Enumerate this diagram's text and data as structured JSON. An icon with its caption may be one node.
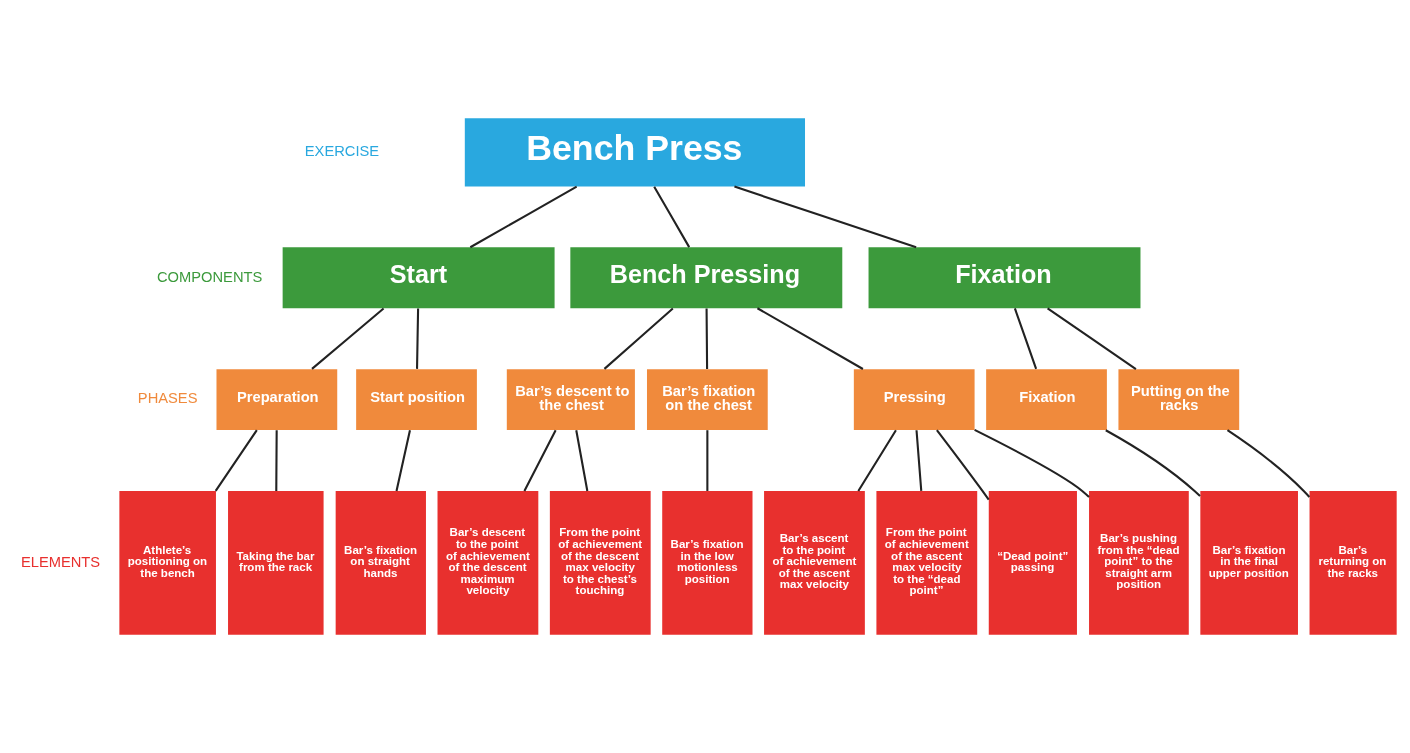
{
  "diagram": {
    "nodes": [
      {
        "text": [
          "Bench Press"
        ]
      },
      {
        "text": [
          "Start"
        ]
      },
      {
        "text": [
          "Bench Pressing"
        ]
      },
      {
        "text": [
          "Fixation"
        ]
      },
      {
        "text": [
          "Preparation"
        ]
      },
      {
        "text": [
          "Start position"
        ]
      },
      {
        "text": [
          "Bar’s descent to the chest"
        ]
      },
      {
        "text": [
          "Bar’s fixation on the chest"
        ]
      },
      {
        "text": [
          "Pressing"
        ]
      },
      {
        "text": [
          "Fixation"
        ]
      },
      {
        "text": [
          "Putting on the racks"
        ]
      },
      {
        "text": [
          "Athlete’s positioning on the bench"
        ]
      },
      {
        "text": [
          "Taking the bar from the rack"
        ]
      },
      {
        "text": [
          "Bar’s fixation on straight hands"
        ]
      },
      {
        "text": [
          "Bar’s descent to the point of achievement of the descent maximum velocity"
        ]
      },
      {
        "text": [
          "From the point of achievement of the descent max velocity to the chest’s touching"
        ]
      },
      {
        "text": [
          "Bar’s fixation in the low motionless position"
        ]
      },
      {
        "text": [
          "Bar’s ascent to the point of achievement of the ascent max velocity"
        ]
      },
      {
        "text": [
          "From the point of achievement of the ascent max velocity to the “dead point”"
        ]
      },
      {
        "text": [
          "“Dead point” passing"
        ]
      },
      {
        "text": [
          "Bar’s pushing from the “dead point” to the straight arm position"
        ]
      },
      {
        "text": [
          "Bar’s fixation in the final upper position"
        ]
      },
      {
        "text": [
          "Bar’s returning on the racks"
        ]
      }
    ],
    "edges": [
      {
        "from": 0,
        "to": 1,
        "arrow": "none"
      },
      {
        "from": 0,
        "to": 2,
        "arrow": "none"
      },
      {
        "from": 0,
        "to": 3,
        "arrow": "none"
      },
      {
        "from": 1,
        "to": 4,
        "arrow": "none"
      },
      {
        "from": 1,
        "to": 5,
        "arrow": "none"
      },
      {
        "from": 2,
        "to": 6,
        "arrow": "none"
      },
      {
        "from": 2,
        "to": 7,
        "arrow": "none"
      },
      {
        "from": 2,
        "to": 8,
        "arrow": "none"
      },
      {
        "from": 3,
        "to": 9,
        "arrow": "none"
      },
      {
        "from": 3,
        "to": 10,
        "arrow": "none"
      },
      {
        "from": 4,
        "to": 11,
        "arrow": "none"
      },
      {
        "from": 4,
        "to": 12,
        "arrow": "none"
      },
      {
        "from": 5,
        "to": 13,
        "arrow": "none"
      },
      {
        "from": 6,
        "to": 14,
        "arrow": "none"
      },
      {
        "from": 6,
        "to": 15,
        "arrow": "none"
      },
      {
        "from": 7,
        "to": 16,
        "arrow": "none"
      },
      {
        "from": 8,
        "to": 17,
        "arrow": "none"
      },
      {
        "from": 8,
        "to": 18,
        "arrow": "none"
      },
      {
        "from": 8,
        "to": 19,
        "arrow": "none"
      },
      {
        "from": 8,
        "to": 20,
        "arrow": "none"
      },
      {
        "from": 9,
        "to": 21,
        "arrow": "none"
      },
      {
        "from": 10,
        "to": 22,
        "arrow": "none"
      }
    ],
    "labels": [
      "EXERCISE",
      "COMPONENTS",
      "PHASES",
      "ELEMENTS"
    ]
  }
}
